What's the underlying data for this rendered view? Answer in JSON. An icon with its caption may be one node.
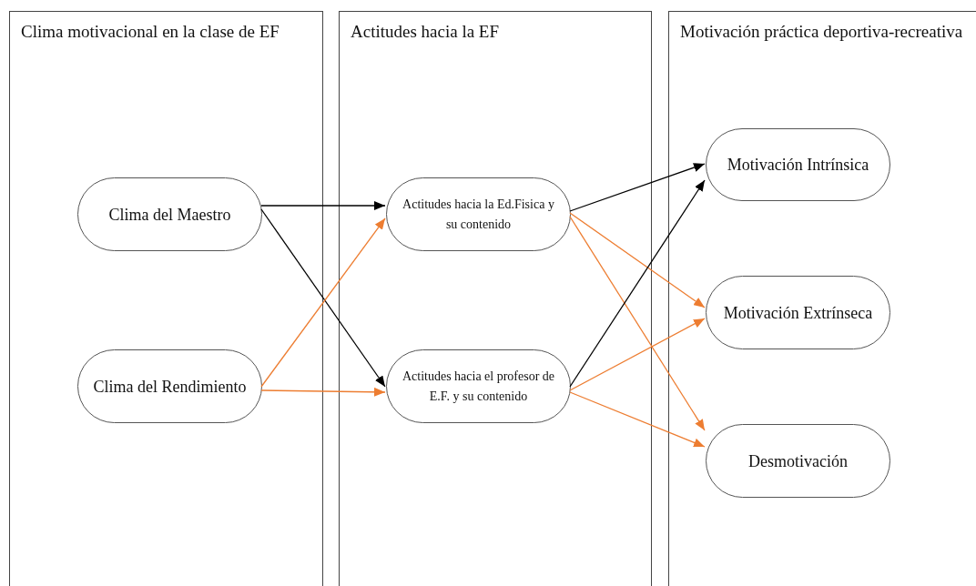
{
  "diagram": {
    "nodes": [
      {
        "text": [
          "Clima motivacional en la clase de EF"
        ]
      },
      {
        "text": [
          "Actitudes hacia la EF"
        ]
      },
      {
        "text": [
          "Motivación práctica deportiva-recreativa"
        ]
      },
      {
        "text": [
          "Clima del Maestro"
        ],
        "in": 0
      },
      {
        "text": [
          "Clima del Rendimiento"
        ],
        "in": 0
      },
      {
        "text": [
          "Actitudes hacia la Ed.Fisica y su contenido"
        ],
        "in": 1
      },
      {
        "text": [
          "Actitudes hacia el profesor de E.F. y su contenido"
        ],
        "in": 1
      },
      {
        "text": [
          "Motivación Intrínsica"
        ],
        "in": 2
      },
      {
        "text": [
          "Motivación Extrínseca"
        ],
        "in": 2
      },
      {
        "text": [
          "Desmotivación"
        ],
        "in": 2
      }
    ],
    "edges": [
      {
        "from": 3,
        "to": 5,
        "arrow": "to",
        "color": "#000000"
      },
      {
        "from": 3,
        "to": 6,
        "arrow": "to",
        "color": "#000000"
      },
      {
        "from": 4,
        "to": 5,
        "arrow": "to"
      },
      {
        "from": 4,
        "to": 6,
        "arrow": "to"
      },
      {
        "from": 5,
        "to": 7,
        "arrow": "to",
        "color": "#000000"
      },
      {
        "from": 5,
        "to": 8,
        "arrow": "to"
      },
      {
        "from": 5,
        "to": 9,
        "arrow": "to"
      },
      {
        "from": 6,
        "to": 7,
        "arrow": "to",
        "color": "#000000"
      },
      {
        "from": 6,
        "to": 8,
        "arrow": "to"
      },
      {
        "from": 6,
        "to": 9,
        "arrow": "to"
      }
    ]
  }
}
